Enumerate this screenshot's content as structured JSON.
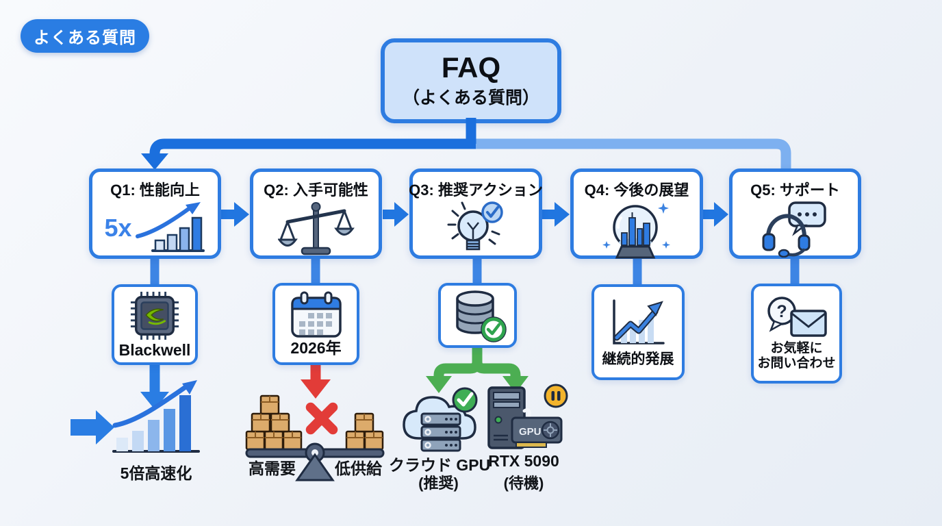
{
  "page": {
    "badge": "よくある質問"
  },
  "root": {
    "title": "FAQ",
    "subtitle": "（よくある質問）"
  },
  "questions": [
    {
      "label": "Q1: 性能向上",
      "icon": "bar-growth-5x-icon",
      "badge_text": "5x"
    },
    {
      "label": "Q2: 入手可能性",
      "icon": "balance-scale-icon"
    },
    {
      "label": "Q3: 推奨アクション",
      "icon": "lightbulb-check-icon"
    },
    {
      "label": "Q4: 今後の展望",
      "icon": "crystal-ball-icon"
    },
    {
      "label": "Q5: サポート",
      "icon": "headset-chat-icon"
    }
  ],
  "nodes": {
    "blackwell": {
      "label": "Blackwell",
      "icon": "gpu-chip-icon"
    },
    "year": {
      "label": "2026年",
      "icon": "calendar-icon"
    },
    "database": {
      "icon": "database-check-icon"
    },
    "growth": {
      "label": "継続的発展",
      "icon": "line-chart-up-icon"
    },
    "contact": {
      "line1": "お気軽に",
      "line2": "お問い合わせ",
      "icon": "question-envelope-icon"
    }
  },
  "outcomes": {
    "speedup": {
      "label": "5倍高速化",
      "icon": "ascending-bars-arrow-icon"
    },
    "balance": {
      "left": "高需要",
      "right": "低供給",
      "icon": "seesaw-boxes-x-icon"
    },
    "cloud": {
      "label": "クラウド GPU",
      "note": "(推奨)",
      "icon": "cloud-server-check-icon"
    },
    "rtx": {
      "label": "RTX 5090",
      "note": "(待機)",
      "card_text": "GPU",
      "icon": "pc-tower-gpu-pause-icon"
    }
  },
  "colors": {
    "primary_blue": "#2a7de3",
    "dark_connector": "#1b6fdd",
    "light_connector": "#7db0f0",
    "green": "#3fae55",
    "red": "#e23c38",
    "amber": "#f3b42c",
    "box_border": "#2e7ce1",
    "faq_fill": "#cfe2fa"
  }
}
